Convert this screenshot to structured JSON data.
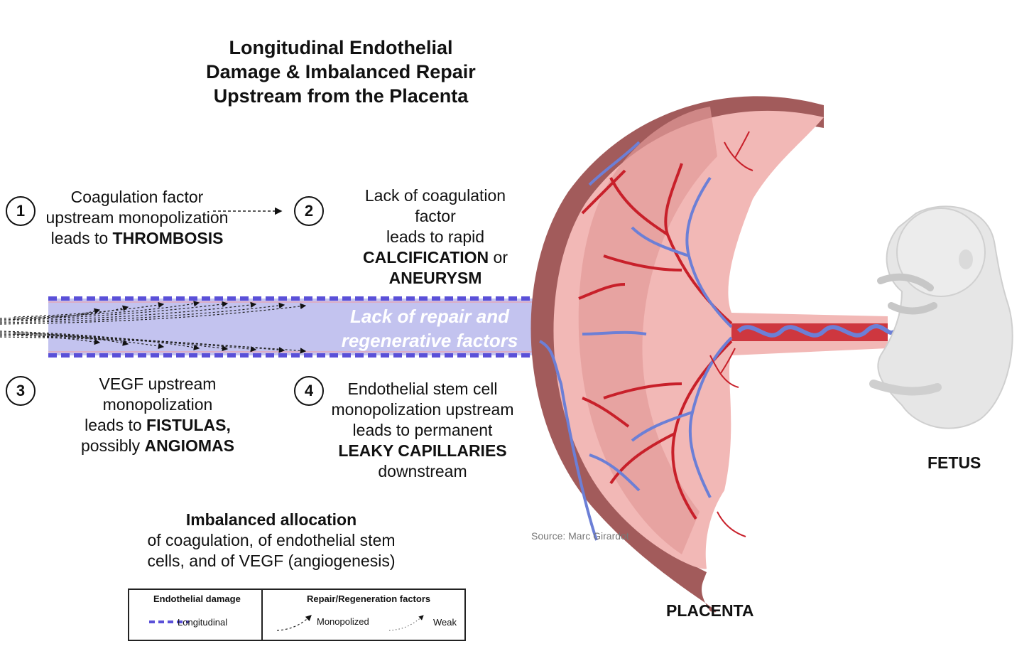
{
  "title": {
    "line1": "Longitudinal Endothelial",
    "line2": "Damage & Imbalanced Repair",
    "line3": "Upstream from the Placenta"
  },
  "steps": [
    {
      "num": "1",
      "pre": [
        "Coagulation factor",
        "upstream monopolization",
        "leads to "
      ],
      "bold": "THROMBOSIS",
      "post": ""
    },
    {
      "num": "2",
      "lines": [
        "Lack of coagulation",
        "factor",
        "leads to rapid"
      ],
      "bold1": "CALCIFICATION",
      "mid": " or",
      "bold2": "ANEURYSM"
    },
    {
      "num": "3",
      "lines": [
        "VEGF upstream",
        "monopolization",
        "leads to "
      ],
      "bold1": "FISTULAS,",
      "pre2": "possibly ",
      "bold2": "ANGIOMAS"
    },
    {
      "num": "4",
      "lines": [
        "Endothelial stem cell",
        "monopolization upstream",
        "leads to permanent"
      ],
      "bold": "LEAKY CAPILLARIES",
      "post": "downstream"
    }
  ],
  "vessel_text": {
    "line1": "Lack of repair and",
    "line2": "regenerative factors"
  },
  "imbalance": {
    "heading": "Imbalanced allocation",
    "line1": "of coagulation, of endothelial stem",
    "line2": "cells, and of VEGF (angiogenesis)"
  },
  "legend": {
    "damage_header": "Endothelial damage",
    "damage_item": "Longitudinal",
    "repair_header": "Repair/Regeneration factors",
    "repair_item1": "Monopolized",
    "repair_item2": "Weak"
  },
  "source": "Source: Marc Girardot",
  "labels": {
    "placenta": "PLACENTA",
    "fetus": "FETUS"
  },
  "colors": {
    "vessel_fill": "#c3c3ef",
    "dash_blue": "#5a50d8",
    "placenta_outer": "#b86a6a",
    "placenta_inner": "#f0b6b4",
    "artery_red": "#c8202a",
    "vein_blue": "#6c7fd6"
  }
}
